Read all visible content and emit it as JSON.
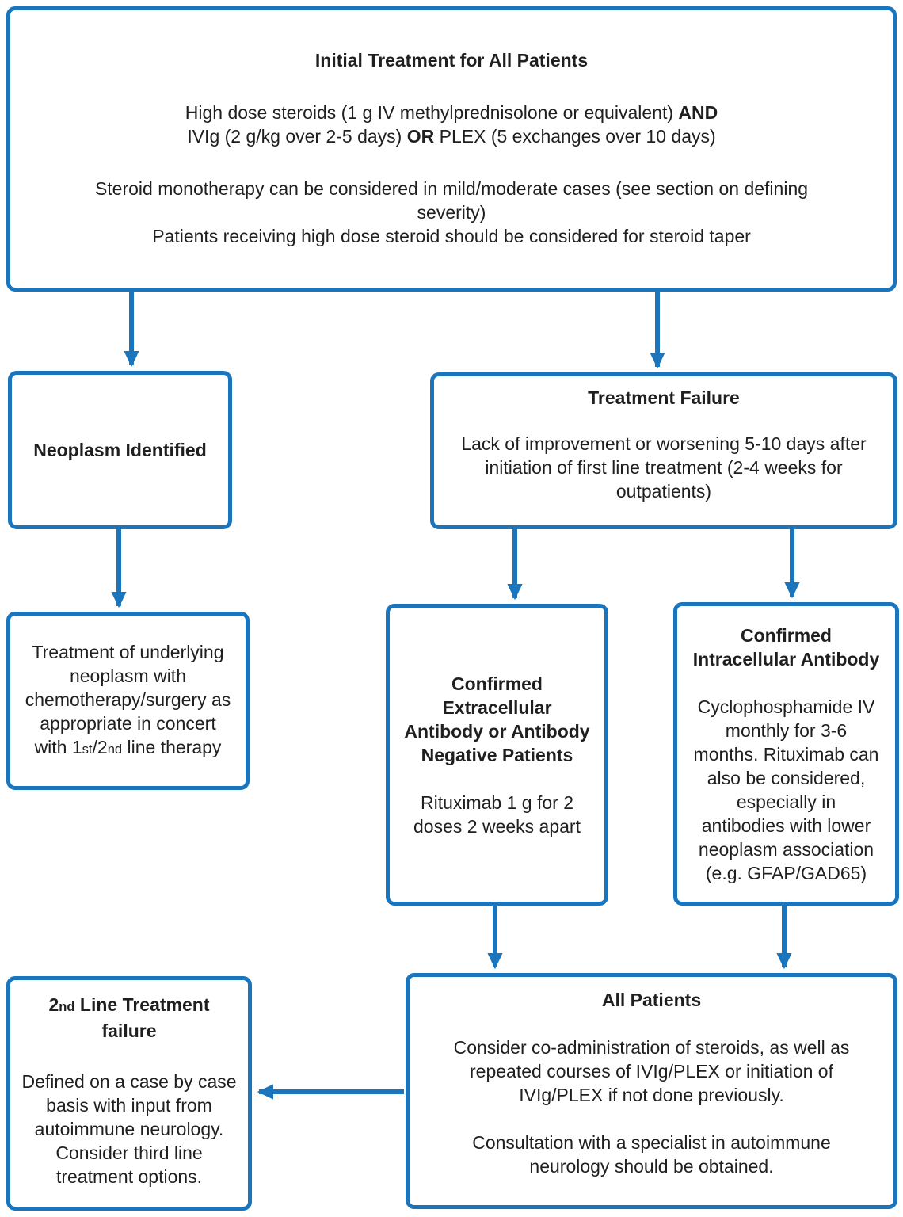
{
  "colors": {
    "accent": "#1b75bc",
    "text": "#1f1f1f",
    "background": "#ffffff"
  },
  "boxes": {
    "initial_treatment": {
      "title": "Initial Treatment for All Patients",
      "steroids_text": "High dose steroids (1 g IV methylprednisolone or equivalent) ",
      "steroids_bold": "AND",
      "ivig_pre": "IVIg (2 g/kg over 2-5 days) ",
      "ivig_bold": "OR",
      "ivig_post": " PLEX (5 exchanges over 10 days)",
      "notes": [
        "Steroid monotherapy can be considered in mild/moderate cases (see section on defining",
        "severity)",
        "Patients receiving high dose steroid should be considered for steroid taper"
      ]
    },
    "neoplasm_identified": {
      "title": "Neoplasm Identified"
    },
    "treatment_failure": {
      "title": "Treatment Failure",
      "body": [
        "Lack of improvement or worsening 5-10 days after",
        "initiation of first line treatment (2-4 weeks for",
        "outpatients)"
      ]
    },
    "underlying_neoplasm": {
      "lines": [
        "Treatment of underlying",
        "neoplasm with",
        "chemotherapy/surgery as",
        "appropriate in concert"
      ],
      "last_line": {
        "pre": "with 1",
        "ord1": "st",
        "mid": "/2",
        "ord2": "nd",
        "post": " line therapy"
      }
    },
    "extracellular": {
      "title": [
        "Confirmed",
        "Extracellular",
        "Antibody or Antibody",
        "Negative Patients"
      ],
      "body": [
        "Rituximab 1 g for 2",
        "doses 2 weeks apart"
      ]
    },
    "intracellular": {
      "title": [
        "Confirmed",
        "Intracellular Antibody"
      ],
      "body": [
        "Cyclophosphamide IV",
        "monthly for 3-6",
        "months. Rituximab can",
        "also be considered,",
        "especially in",
        "antibodies with lower",
        "neoplasm association",
        "(e.g. GFAP/GAD65)"
      ]
    },
    "second_line_failure": {
      "title_num": "2",
      "title_ord": "nd",
      "title_rest": " Line Treatment",
      "title_line2": "failure",
      "body": [
        "Defined on a case by case",
        "basis with input from",
        "autoimmune neurology.",
        "Consider third line",
        "treatment options."
      ]
    },
    "all_patients": {
      "title": "All Patients",
      "para1": [
        "Consider co-administration of steroids, as well as",
        "repeated courses of IVIg/PLEX or initiation of",
        "IVIg/PLEX if not done previously."
      ],
      "para2": [
        "Consultation with a specialist in autoimmune",
        "neurology should be obtained."
      ]
    }
  }
}
